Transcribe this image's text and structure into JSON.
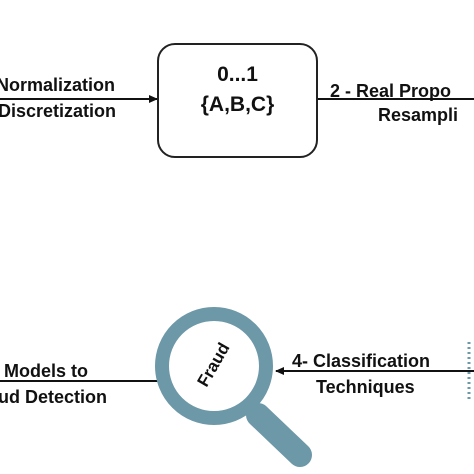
{
  "top_row": {
    "left_label_line1": "Normalization",
    "left_label_line2": "Discretization",
    "box_line1": "0...1",
    "box_line2": "{A,B,C}",
    "right_label_line1": "2 - Real Propo",
    "right_label_line2": "Resampli"
  },
  "bottom_row": {
    "left_label_line1": "Models to",
    "left_label_line2": "ud Detection",
    "magnifier_text": "Fraud",
    "right_label_line1": "4- Classification",
    "right_label_line2": "Techniques"
  },
  "colors": {
    "magnifier": "#6d98a8",
    "ink": "#111111"
  },
  "icons": {
    "magnifier": "magnifier-icon"
  }
}
